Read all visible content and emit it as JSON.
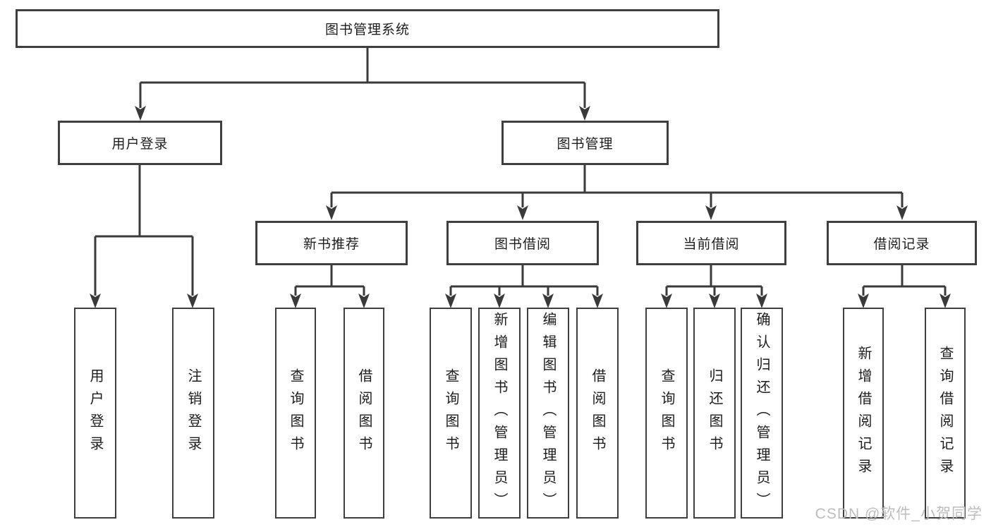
{
  "nodes": {
    "root": "图书管理系统",
    "user_login": "用户登录",
    "book_mgmt": "图书管理",
    "new_book": "新书推荐",
    "book_borrow": "图书借阅",
    "current_borrow": "当前借阅",
    "borrow_record": "借阅记录",
    "ul_login": "用户登录",
    "ul_logout": "注销登录",
    "nb_query": "查询图书",
    "nb_borrow": "借阅图书",
    "bb_query": "查询图书",
    "bb_add": "新增图书（管理员）",
    "bb_edit": "编辑图书（管理员）",
    "bb_borrow": "借阅图书",
    "cb_query": "查询图书",
    "cb_return": "归还图书",
    "cb_confirm": "确认归还（管理员）",
    "br_add": "新增借阅记录",
    "br_query": "查询借阅记录"
  },
  "watermark": "CSDN @软件_小贺同学",
  "colors": {
    "line": "#3a3a3a",
    "border": "#3f3f3f",
    "text": "#1d1d1d",
    "watermark": "#bdbdbd",
    "background": "#ffffff"
  }
}
